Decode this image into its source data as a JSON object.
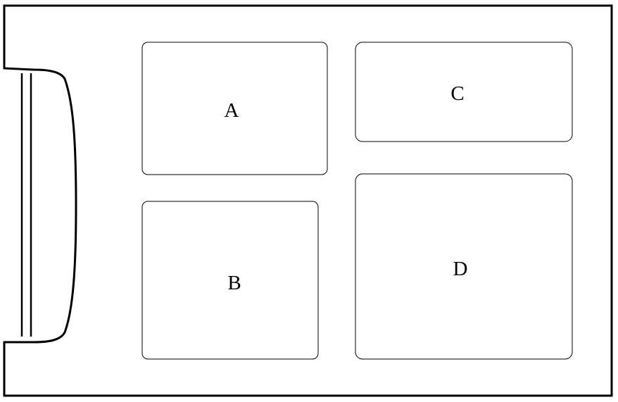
{
  "diagram": {
    "rooms": [
      {
        "id": "a",
        "label": "A"
      },
      {
        "id": "b",
        "label": "B"
      },
      {
        "id": "c",
        "label": "C"
      },
      {
        "id": "d",
        "label": "D"
      }
    ]
  }
}
